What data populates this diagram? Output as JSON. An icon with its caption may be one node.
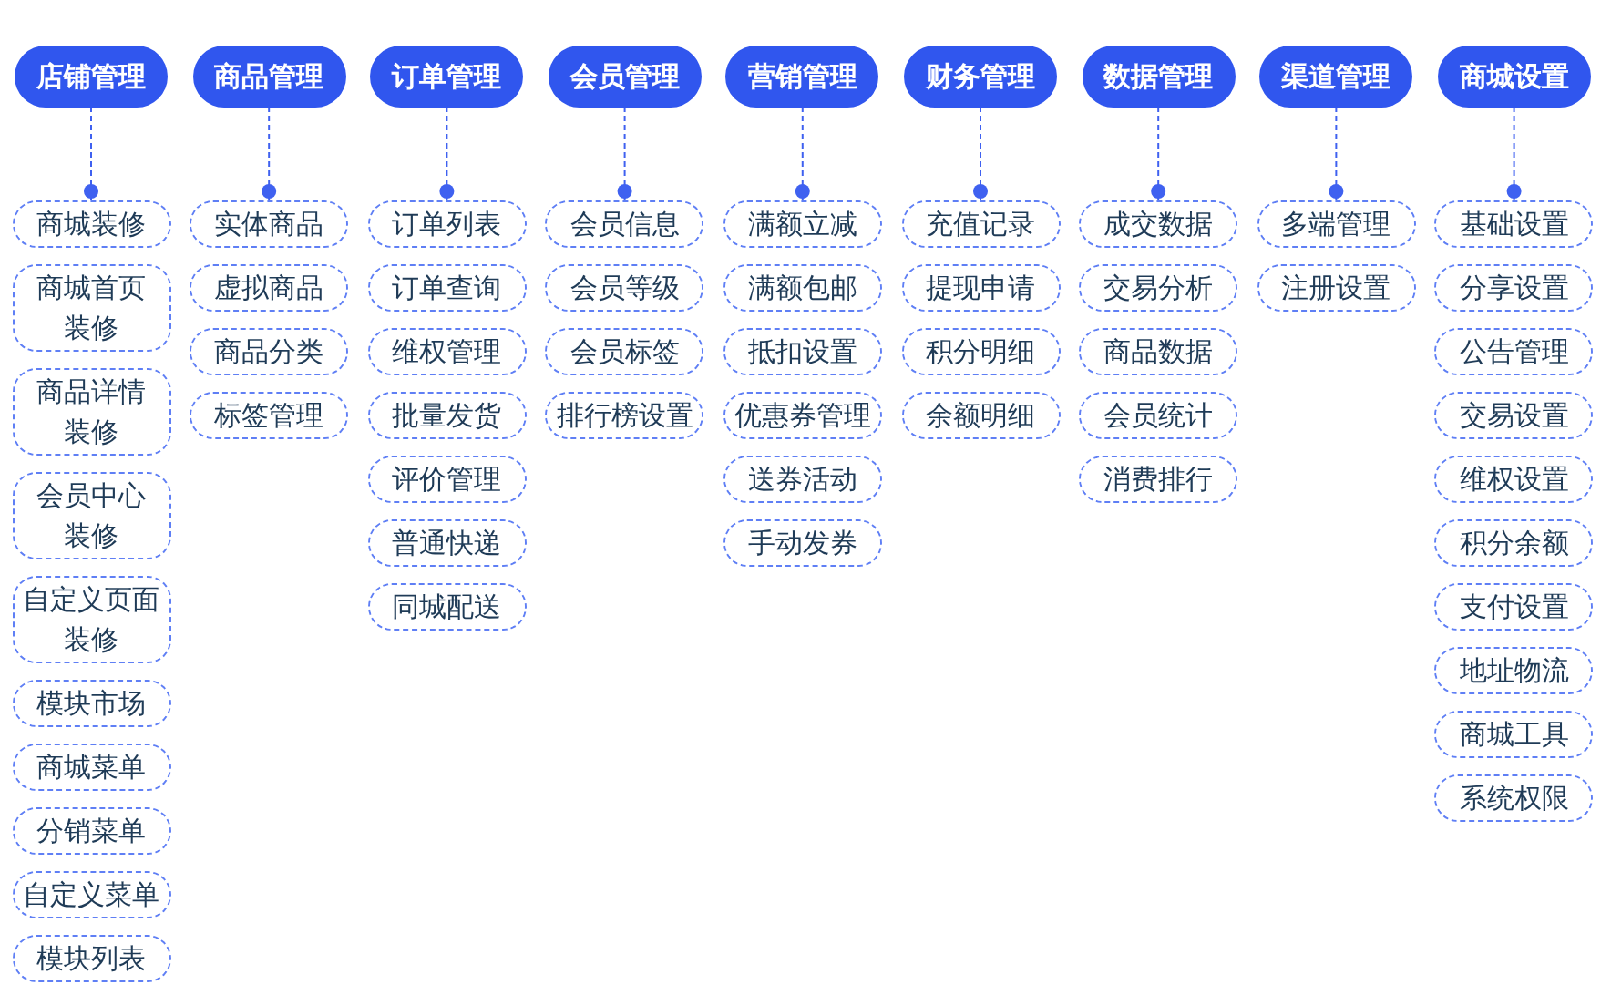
{
  "diagram": {
    "nodes": [
      {
        "text": [
          "店铺管理"
        ]
      },
      {
        "text": [
          "商城装修"
        ]
      },
      {
        "text": [
          "商城首页装修"
        ]
      },
      {
        "text": [
          "商品详情装修"
        ]
      },
      {
        "text": [
          "会员中心装修"
        ]
      },
      {
        "text": [
          "自定义页面装修"
        ]
      },
      {
        "text": [
          "模块市场"
        ]
      },
      {
        "text": [
          "商城菜单"
        ]
      },
      {
        "text": [
          "分销菜单"
        ]
      },
      {
        "text": [
          "自定义菜单"
        ]
      },
      {
        "text": [
          "模块列表"
        ]
      },
      {
        "text": [
          "商品管理"
        ]
      },
      {
        "text": [
          "实体商品"
        ]
      },
      {
        "text": [
          "虚拟商品"
        ]
      },
      {
        "text": [
          "商品分类"
        ]
      },
      {
        "text": [
          "标签管理"
        ]
      },
      {
        "text": [
          "订单管理"
        ]
      },
      {
        "text": [
          "订单列表"
        ]
      },
      {
        "text": [
          "订单查询"
        ]
      },
      {
        "text": [
          "维权管理"
        ]
      },
      {
        "text": [
          "批量发货"
        ]
      },
      {
        "text": [
          "评价管理"
        ]
      },
      {
        "text": [
          "普通快递"
        ]
      },
      {
        "text": [
          "同城配送"
        ]
      },
      {
        "text": [
          "会员管理"
        ]
      },
      {
        "text": [
          "会员信息"
        ]
      },
      {
        "text": [
          "会员等级"
        ]
      },
      {
        "text": [
          "会员标签"
        ]
      },
      {
        "text": [
          "排行榜设置"
        ]
      },
      {
        "text": [
          "营销管理"
        ]
      },
      {
        "text": [
          "满额立减"
        ]
      },
      {
        "text": [
          "满额包邮"
        ]
      },
      {
        "text": [
          "抵扣设置"
        ]
      },
      {
        "text": [
          "优惠券管理"
        ]
      },
      {
        "text": [
          "送券活动"
        ]
      },
      {
        "text": [
          "手动发券"
        ]
      },
      {
        "text": [
          "财务管理"
        ]
      },
      {
        "text": [
          "充值记录"
        ]
      },
      {
        "text": [
          "提现申请"
        ]
      },
      {
        "text": [
          "积分明细"
        ]
      },
      {
        "text": [
          "余额明细"
        ]
      },
      {
        "text": [
          "数据管理"
        ]
      },
      {
        "text": [
          "成交数据"
        ]
      },
      {
        "text": [
          "交易分析"
        ]
      },
      {
        "text": [
          "商品数据"
        ]
      },
      {
        "text": [
          "会员统计"
        ]
      },
      {
        "text": [
          "消费排行"
        ]
      },
      {
        "text": [
          "渠道管理"
        ]
      },
      {
        "text": [
          "多端管理"
        ]
      },
      {
        "text": [
          "注册设置"
        ]
      },
      {
        "text": [
          "商城设置"
        ]
      },
      {
        "text": [
          "基础设置"
        ]
      },
      {
        "text": [
          "分享设置"
        ]
      },
      {
        "text": [
          "公告管理"
        ]
      },
      {
        "text": [
          "交易设置"
        ]
      },
      {
        "text": [
          "维权设置"
        ]
      },
      {
        "text": [
          "积分余额"
        ]
      },
      {
        "text": [
          "支付设置"
        ]
      },
      {
        "text": [
          "地址物流"
        ]
      },
      {
        "text": [
          "商城工具"
        ]
      },
      {
        "text": [
          "系统权限"
        ]
      }
    ],
    "edges": [
      {
        "from": 0,
        "to": 1,
        "arrow": "other",
        "style": "dashed"
      },
      {
        "from": 11,
        "to": 12,
        "arrow": "other",
        "style": "dashed"
      },
      {
        "from": 16,
        "to": 17,
        "arrow": "other",
        "style": "dashed"
      },
      {
        "from": 24,
        "to": 25,
        "arrow": "other",
        "style": "dashed"
      },
      {
        "from": 29,
        "to": 30,
        "arrow": "other",
        "style": "dashed"
      },
      {
        "from": 36,
        "to": 37,
        "arrow": "other",
        "style": "dashed"
      },
      {
        "from": 41,
        "to": 42,
        "arrow": "other",
        "style": "dashed"
      },
      {
        "from": 47,
        "to": 48,
        "arrow": "other",
        "style": "dashed"
      },
      {
        "from": 50,
        "to": 51,
        "arrow": "other",
        "style": "dashed"
      }
    ]
  }
}
